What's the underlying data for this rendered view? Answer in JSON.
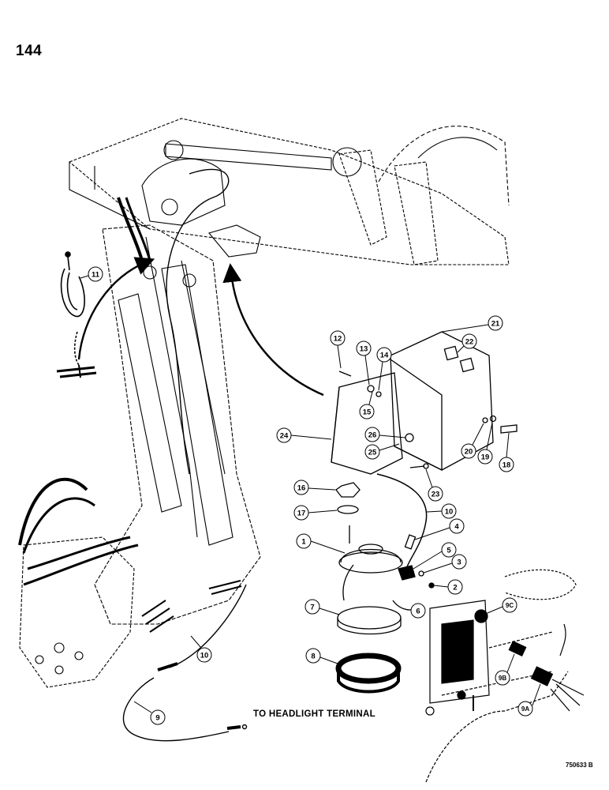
{
  "page_number": "144",
  "caption": "TO HEADLIGHT TERMINAL",
  "drawing_number": "750633 B",
  "callouts": {
    "c1": "1",
    "c2": "2",
    "c3": "3",
    "c4": "4",
    "c5": "5",
    "c6": "6",
    "c7": "7",
    "c8": "8",
    "c9": "9",
    "c9a": "9A",
    "c9b": "9B",
    "c9c": "9C",
    "c10a": "10",
    "c10b": "10",
    "c11": "11",
    "c12": "12",
    "c13": "13",
    "c14": "14",
    "c15": "15",
    "c16": "16",
    "c17": "17",
    "c18": "18",
    "c19": "19",
    "c20": "20",
    "c21": "21",
    "c22": "22",
    "c23": "23",
    "c24": "24",
    "c25": "25",
    "c26": "26"
  }
}
